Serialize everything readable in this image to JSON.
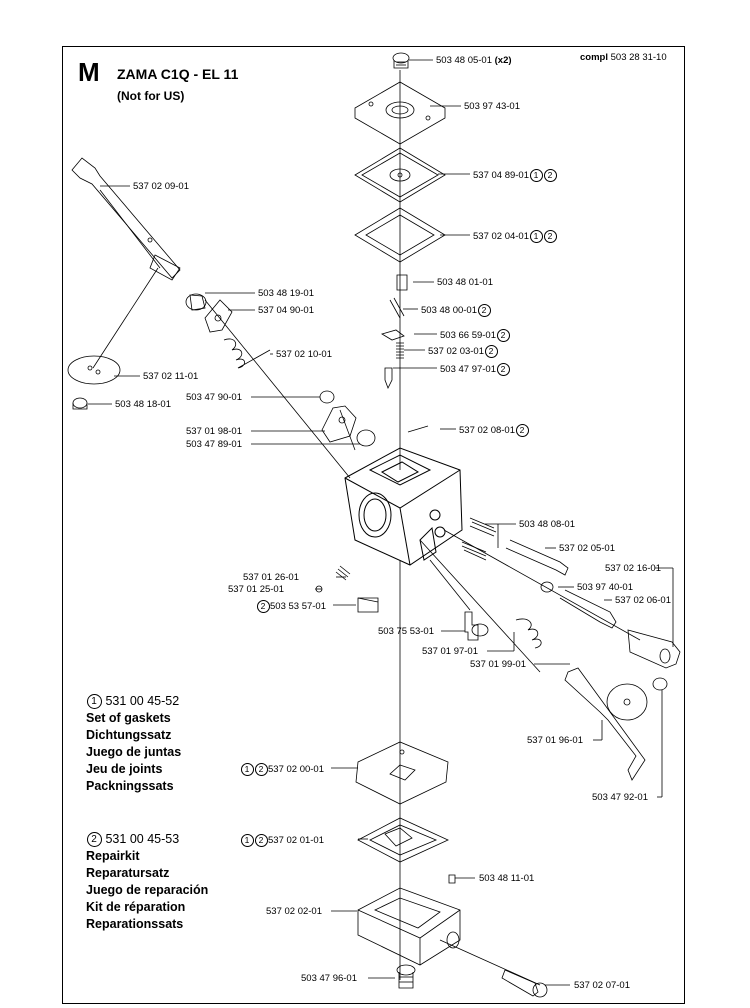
{
  "header": {
    "section_letter": "M",
    "title": "ZAMA C1Q - EL 11",
    "subtitle": "(Not for US)",
    "compl_prefix": "compl",
    "compl_number": "503 28 31-10"
  },
  "parts": {
    "p01": "503 48 05-01",
    "p01_qty": "(x2)",
    "p02": "503 97 43-01",
    "p03": "537 04 89-01",
    "p04": "537 02 04-01",
    "p05": "503 48 01-01",
    "p06": "503 48 00-01",
    "p07": "503 66 59-01",
    "p08": "537 02 03-01",
    "p09": "503 47 97-01",
    "p10": "537 02 09-01",
    "p11": "503 48 19-01",
    "p12": "537 04 90-01",
    "p13": "537 02 10-01",
    "p14": "537 02 11-01",
    "p15": "503 48 18-01",
    "p16": "503 47 90-01",
    "p17": "537 01 98-01",
    "p18": "503 47 89-01",
    "p19": "537 02 08-01",
    "p20": "503 48 08-01",
    "p21": "537 02 05-01",
    "p22": "537 02 16-01",
    "p23": "503 97 40-01",
    "p24": "537 02 06-01",
    "p25": "537 01 26-01",
    "p26": "537 01 25-01",
    "p27": "503 53 57-01",
    "p28": "503 75 53-01",
    "p29": "537 01 97-01",
    "p30": "537 01 99-01",
    "p31": "537 01 96-01",
    "p32": "503 47 92-01",
    "p33": "537 02 00-01",
    "p34": "537 02 01-01",
    "p35": "503 48 11-01",
    "p36": "537 02 02-01",
    "p37": "503 47 96-01",
    "p38": "537 02 07-01"
  },
  "marks": {
    "one": "1",
    "two": "2"
  },
  "kits": {
    "gaskets": {
      "number": "531 00 45-52",
      "names": [
        "Set of gaskets",
        "Dichtungssatz",
        "Juego de juntas",
        "Jeu de joints",
        "Packningssats"
      ]
    },
    "repair": {
      "number": "531 00 45-53",
      "names": [
        "Repairkit",
        "Reparatursatz",
        "Juego de reparación",
        "Kit de réparation",
        "Reparationssats"
      ]
    }
  }
}
